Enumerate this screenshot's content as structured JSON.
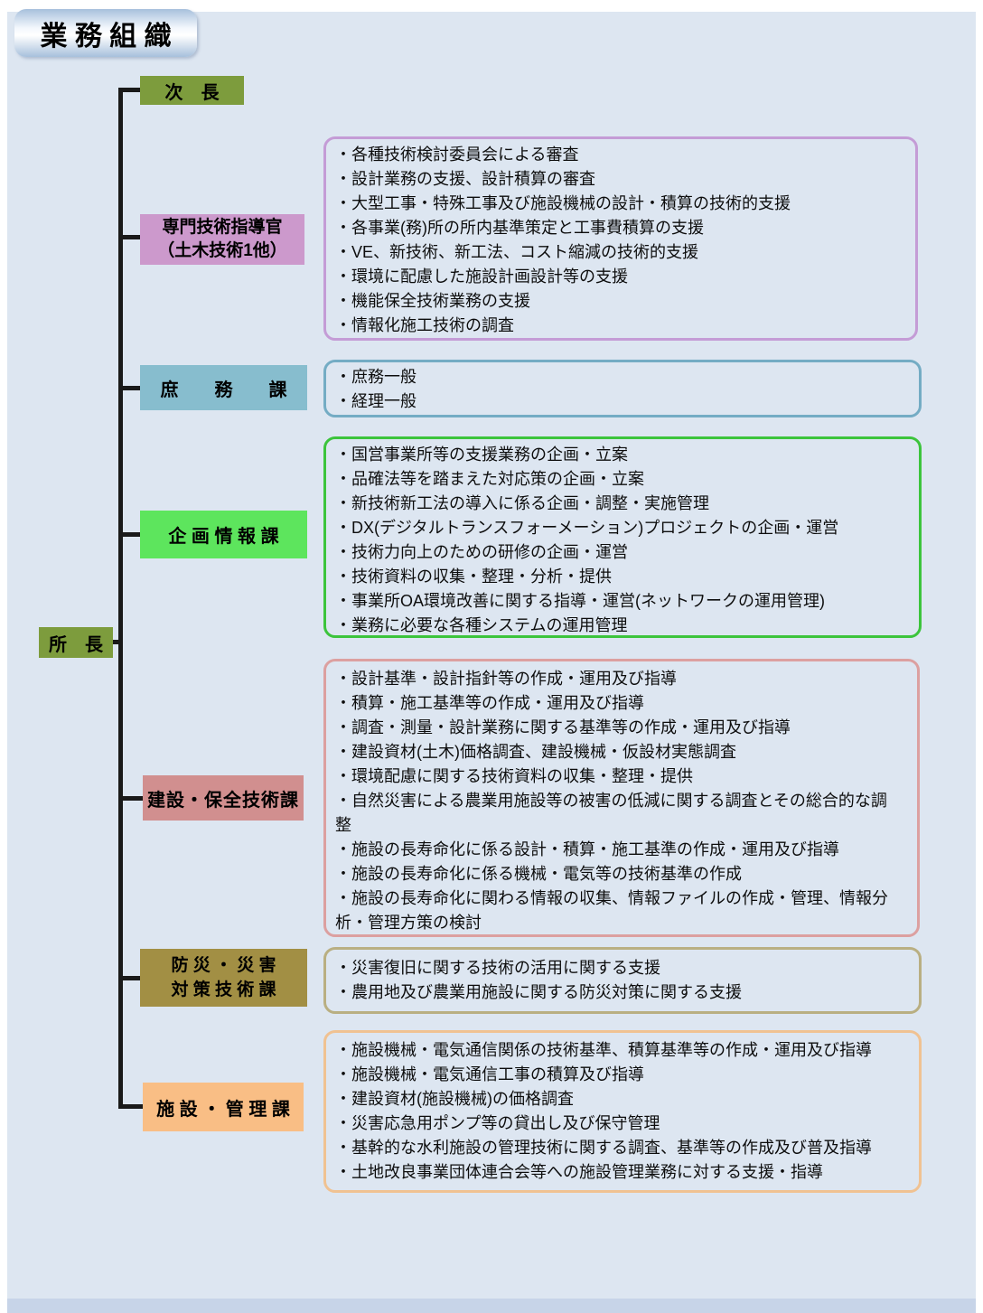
{
  "page": {
    "title": "業 務 組 織",
    "background_color": "#dde6f1",
    "line_color": "#1a1a1a"
  },
  "org": {
    "director": {
      "label": "所　長",
      "color": "#7d9c3d"
    },
    "deputy": {
      "label": "次　長",
      "color": "#7d9c3d"
    },
    "units": [
      {
        "name": "専門技術指導官（土木技術1他）",
        "label_line1": "専門技術指導官",
        "label_line2": "（土木技術1他）",
        "label_color": "#cc99cc",
        "panel_border_color": "#c49cd6",
        "duties": [
          "・各種技術検討委員会による審査",
          "・設計業務の支援、設計積算の審査",
          "・大型工事・特殊工事及び施設機械の設計・積算の技術的支援",
          "・各事業(務)所の所内基準策定と工事費積算の支援",
          "・VE、新技術、新工法、コスト縮減の技術的支援",
          "・環境に配慮した施設計画設計等の支援",
          "・機能保全技術業務の支援",
          "・情報化施工技術の調査"
        ]
      },
      {
        "name": "庶務課",
        "label_line1": "庶　　務　　課",
        "label_color": "#87bdce",
        "panel_border_color": "#74acc4",
        "duties": [
          "・庶務一般",
          "・経理一般"
        ]
      },
      {
        "name": "企画情報課",
        "label_line1": "企 画 情 報 課",
        "label_color": "#5de55d",
        "panel_border_color": "#3cc43c",
        "duties": [
          "・国営事業所等の支援業務の企画・立案",
          "・品確法等を踏まえた対応策の企画・立案",
          "・新技術新工法の導入に係る企画・調整・実施管理",
          "・DX(デジタルトランスフォーメーション)プロジェクトの企画・運営",
          "・技術力向上のための研修の企画・運営",
          "・技術資料の収集・整理・分析・提供",
          "・事業所OA環境改善に関する指導・運営(ネットワークの運用管理)",
          "・業務に必要な各種システムの運用管理"
        ]
      },
      {
        "name": "建設・保全技術課",
        "label_line1": "建設・保全技術課",
        "label_color": "#d18f8f",
        "panel_border_color": "#dca0a0",
        "duties": [
          "・設計基準・設計指針等の作成・運用及び指導",
          "・積算・施工基準等の作成・運用及び指導",
          "・調査・測量・設計業務に関する基準等の作成・運用及び指導",
          "・建設資材(土木)価格調査、建設機械・仮設材実態調査",
          "・環境配慮に関する技術資料の収集・整理・提供",
          "・自然災害による農業用施設等の被害の低減に関する調査とその総合的な調整",
          "・施設の長寿命化に係る設計・積算・施工基準の作成・運用及び指導",
          "・施設の長寿命化に係る機械・電気等の技術基準の作成",
          "・施設の長寿命化に関わる情報の収集、情報ファイルの作成・管理、情報分析・管理方策の検討"
        ]
      },
      {
        "name": "防災・災害対策技術課",
        "label_line1": "防 災 ・ 災 害",
        "label_line2": "対 策 技 術 課",
        "label_color": "#a28f44",
        "panel_border_color": "#b9af82",
        "duties": [
          "・災害復旧に関する技術の活用に関する支援",
          "・農用地及び農業用施設に関する防災対策に関する支援"
        ]
      },
      {
        "name": "施設・管理課",
        "label_line1": "施 設 ・ 管 理 課",
        "label_color": "#f9be85",
        "panel_border_color": "#f0c292",
        "duties": [
          "・施設機械・電気通信関係の技術基準、積算基準等の作成・運用及び指導",
          "・施設機械・電気通信工事の積算及び指導",
          "・建設資材(施設機械)の価格調査",
          "・災害応急用ポンプ等の貸出し及び保守管理",
          "・基幹的な水利施設の管理技術に関する調査、基準等の作成及び普及指導",
          "・土地改良事業団体連合会等への施設管理業務に対する支援・指導"
        ]
      }
    ]
  }
}
